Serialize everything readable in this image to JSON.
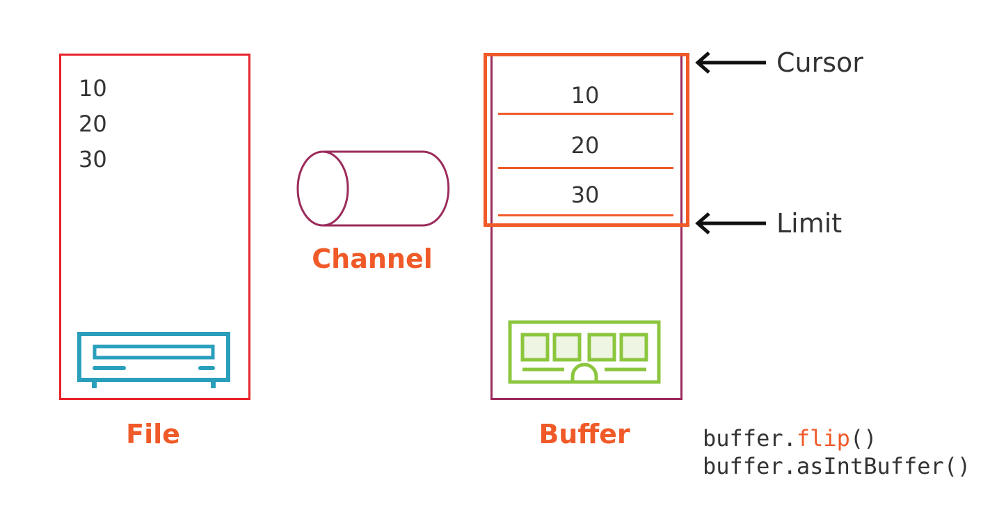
{
  "file": {
    "caption": "File",
    "values": [
      "10",
      "20",
      "30"
    ],
    "icon": "hard-drive-icon"
  },
  "channel": {
    "caption": "Channel",
    "icon": "pipe-icon"
  },
  "buffer": {
    "caption": "Buffer",
    "values": [
      "10",
      "20",
      "30"
    ],
    "icon": "memory-chip-icon"
  },
  "markers": {
    "cursor": "Cursor",
    "limit": "Limit"
  },
  "code": {
    "line1_prefix": "buffer.",
    "line1_method": "flip",
    "line1_suffix": "()",
    "line2": "buffer.asIntBuffer()"
  },
  "colors": {
    "accent": "#f05a28",
    "file_border": "#e8232a",
    "buffer_border": "#9b2b5b",
    "disk_icon": "#2a9fbc",
    "memory_icon": "#8cc63f",
    "text": "#333333"
  }
}
